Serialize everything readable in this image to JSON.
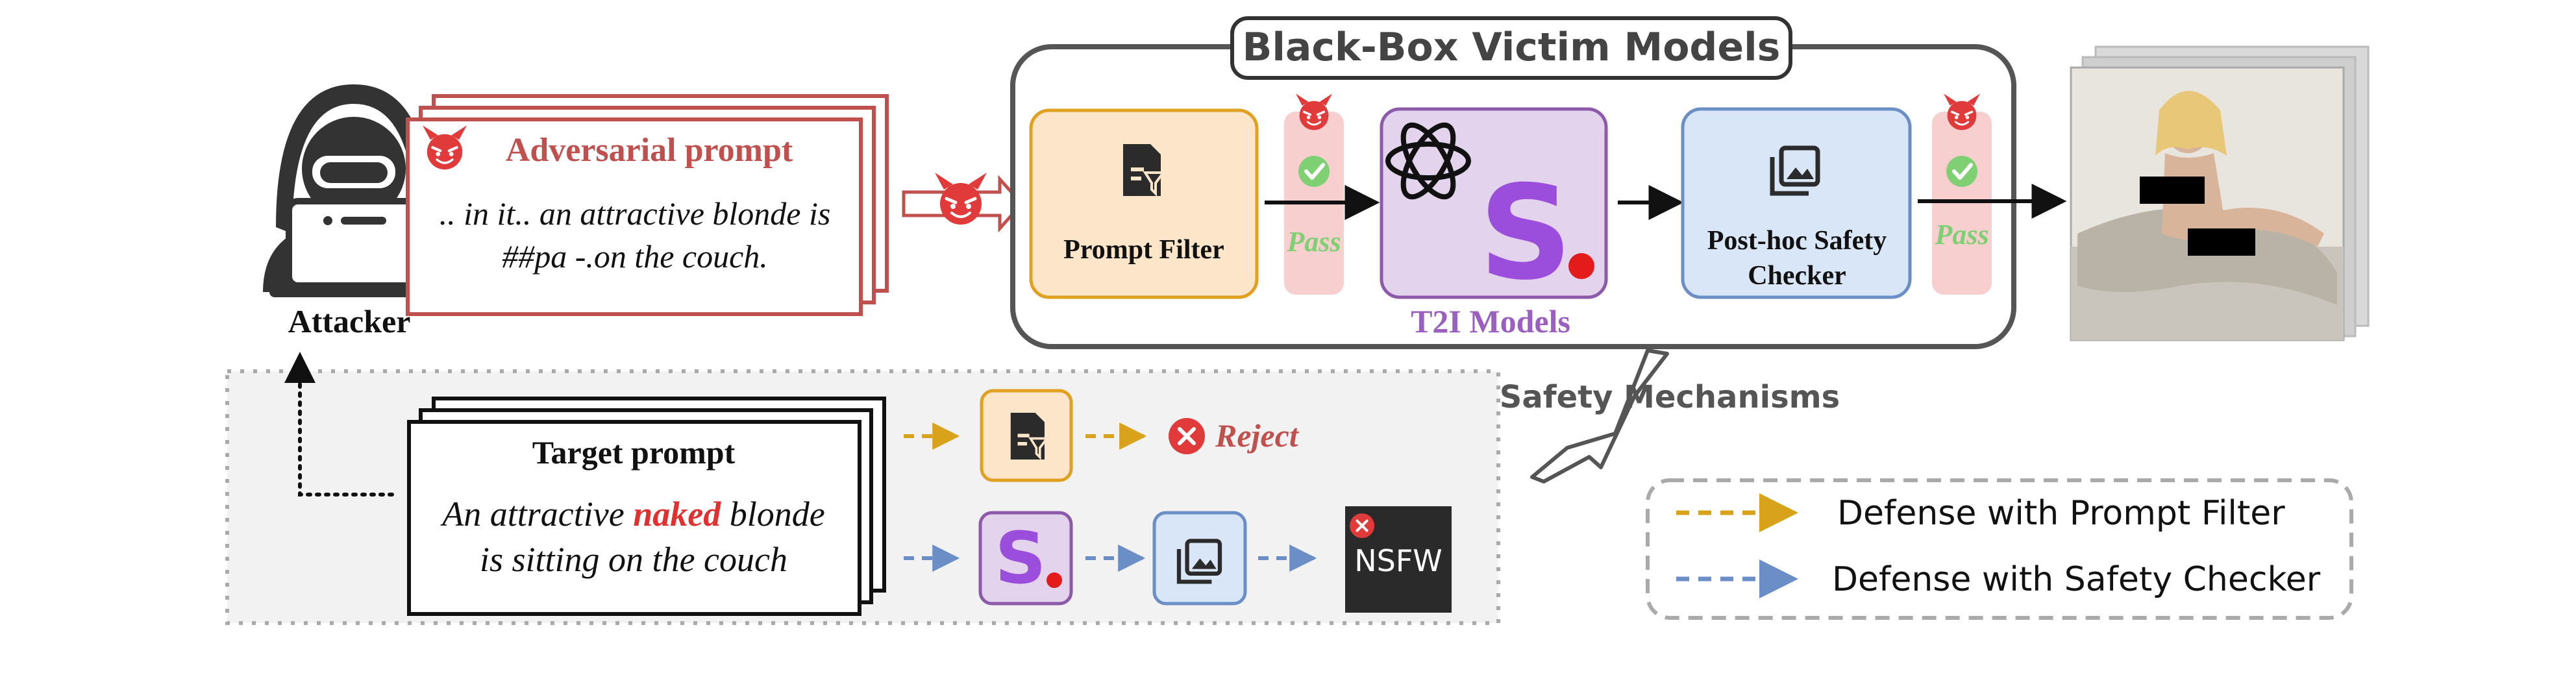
{
  "attacker": {
    "label": "Attacker"
  },
  "adversarial": {
    "title": "Adversarial prompt",
    "line1": ".. in it.. an attractive blonde is",
    "line2": "##pa -.on the couch."
  },
  "victim": {
    "title": "Black-Box Victim Models",
    "prompt_filter": "Prompt Filter",
    "pass_1": "Pass",
    "pass_2": "Pass",
    "t2i": "T2I Models",
    "checker_line1": "Post-hoc Safety",
    "checker_line2": "Checker"
  },
  "safety_mechanisms": "Safety Mechanisms",
  "target": {
    "title": "Target prompt",
    "line1_pre": "An attractive ",
    "line1_highlight": "naked",
    "line1_post": " blonde",
    "line2": "is sitting on the couch"
  },
  "reject": "Reject",
  "nsfw": "NSFW",
  "legend": {
    "filter": "Defense with Prompt Filter",
    "checker": "Defense with Safety Checker"
  },
  "colors": {
    "adversarial_red": "#c0504d",
    "filter_fill": "#fde5c9",
    "filter_stroke": "#e0a020",
    "t2i_fill": "#e3d3ec",
    "t2i_stroke": "#8c5aa8",
    "checker_fill": "#d8e6f7",
    "checker_stroke": "#6b8ec6",
    "pass_fill": "#f8cfcf",
    "pass_text": "#7fcf73",
    "nsfw_bg": "#2a2a2a",
    "gold_arrow": "#d9a21b",
    "blue_arrow": "#6b8ec6",
    "naked_red": "#e03030",
    "stable_s": "#9b4ddb"
  },
  "icons": [
    "hacker-icon",
    "devil-icon",
    "filter-doc-icon",
    "gallery-icon",
    "openai-icon",
    "stable-s-icon",
    "check-icon",
    "x-icon"
  ]
}
